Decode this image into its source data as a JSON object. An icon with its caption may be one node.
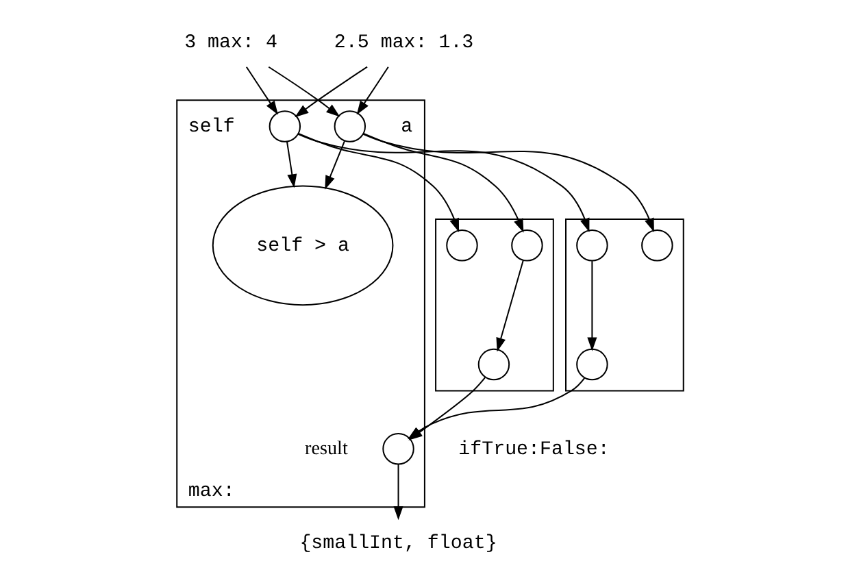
{
  "diagram": {
    "nodes": [
      {
        "text": [
          "3 max: 4"
        ]
      },
      {
        "text": [
          "2.5 max: 1.3"
        ]
      },
      {
        "text": [
          "max:"
        ]
      },
      {
        "text": [],
        "shape": "circle",
        "beside": [
          "self"
        ],
        "in": 2
      },
      {
        "text": [],
        "shape": "circle",
        "beside": [
          "a"
        ],
        "in": 2
      },
      {
        "text": [
          "self > a"
        ],
        "in": 2
      },
      {
        "text": [],
        "shape": "circle",
        "beside": [
          "result"
        ],
        "in": 2
      },
      {
        "text": [],
        "shape": "box"
      },
      {
        "text": [],
        "shape": "circle",
        "in": 7
      },
      {
        "text": [],
        "shape": "circle",
        "in": 7
      },
      {
        "text": [],
        "shape": "circle",
        "in": 7
      },
      {
        "text": [],
        "shape": "box"
      },
      {
        "text": [],
        "shape": "circle",
        "in": 11
      },
      {
        "text": [],
        "shape": "circle",
        "in": 11
      },
      {
        "text": [],
        "shape": "circle",
        "in": 11
      },
      {
        "text": [
          "{smallInt, float}"
        ]
      }
    ],
    "edges": [
      {
        "from": 0,
        "to": 3,
        "arrow": "to"
      },
      {
        "from": 0,
        "to": 4,
        "arrow": "to"
      },
      {
        "from": 1,
        "to": 3,
        "arrow": "to"
      },
      {
        "from": 1,
        "to": 4,
        "arrow": "to"
      },
      {
        "from": 3,
        "to": 5,
        "arrow": "to"
      },
      {
        "from": 4,
        "to": 5,
        "arrow": "to"
      },
      {
        "from": 3,
        "to": 8,
        "arrow": "to"
      },
      {
        "from": 4,
        "to": 9,
        "arrow": "to"
      },
      {
        "from": 3,
        "to": 12,
        "arrow": "to"
      },
      {
        "from": 4,
        "to": 13,
        "arrow": "to"
      },
      {
        "from": 9,
        "to": 10,
        "arrow": "to"
      },
      {
        "from": 12,
        "to": 14,
        "arrow": "to"
      },
      {
        "from": 10,
        "to": 6,
        "arrow": "to"
      },
      {
        "from": 14,
        "to": 6,
        "arrow": "to"
      },
      {
        "from": 6,
        "to": 15,
        "arrow": "to"
      }
    ],
    "labels": [
      "ifTrue:False:"
    ]
  }
}
